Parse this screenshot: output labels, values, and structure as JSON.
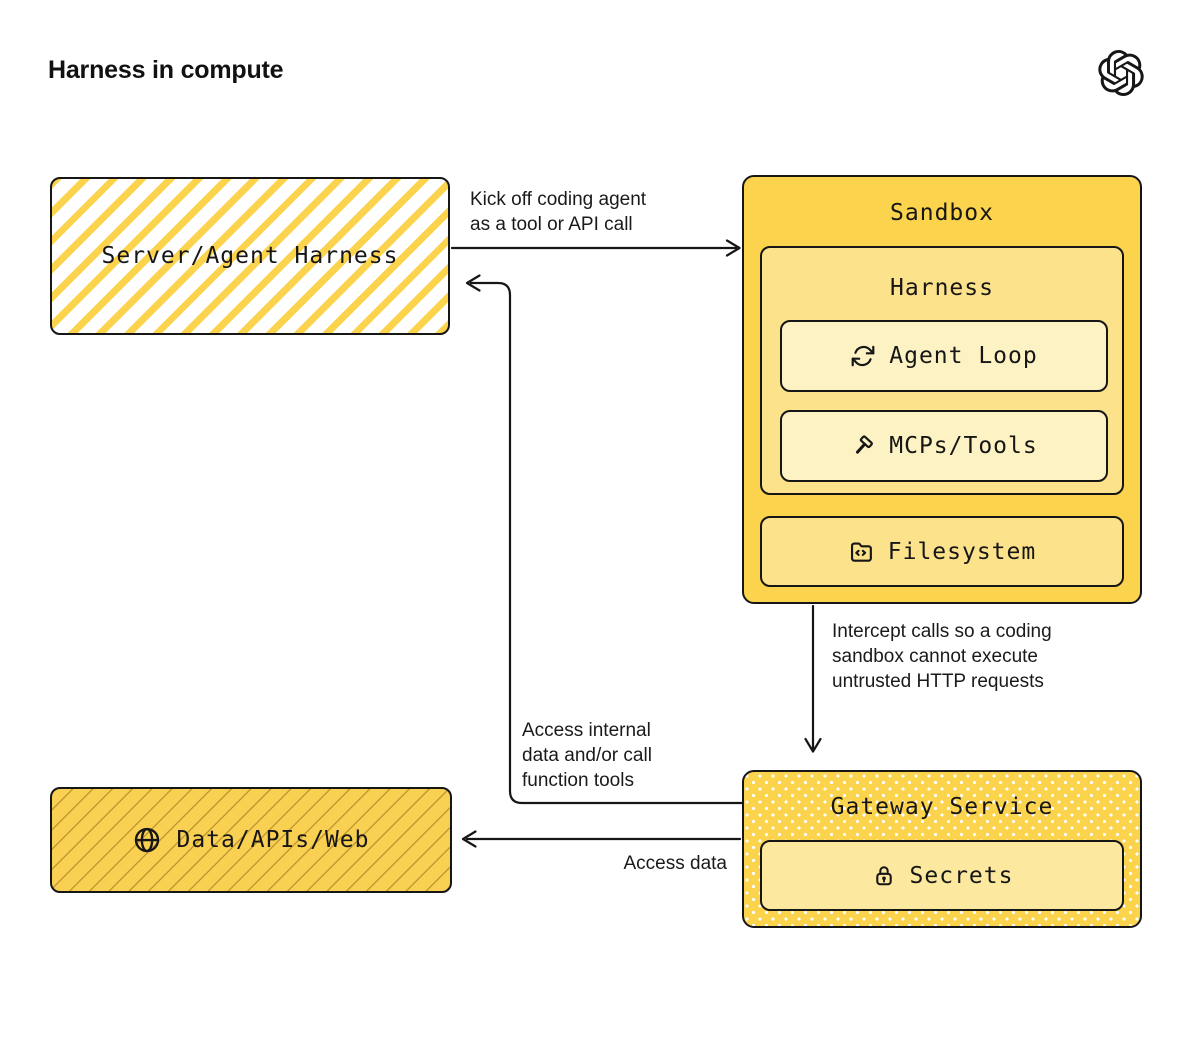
{
  "page": {
    "title": "Harness in compute"
  },
  "logo": {
    "name": "openai-logo"
  },
  "colors": {
    "ink": "#161616",
    "yellow_base": "#FBD34D",
    "yellow_mid": "#FCE38B",
    "yellow_light": "#FDF2C3",
    "yellow_secrets": "#FCE89E",
    "background": "#ffffff"
  },
  "nodes": {
    "server_harness": {
      "label": "Server/Agent Harness"
    },
    "sandbox": {
      "title": "Sandbox",
      "harness": {
        "title": "Harness",
        "agent_loop": {
          "label": "Agent Loop",
          "icon": "refresh-loop-icon"
        },
        "mcps_tools": {
          "label": "MCPs/Tools",
          "icon": "hammer-icon"
        }
      },
      "filesystem": {
        "label": "Filesystem",
        "icon": "folder-code-icon"
      }
    },
    "gateway": {
      "title": "Gateway Service",
      "secrets": {
        "label": "Secrets",
        "icon": "lock-icon"
      }
    },
    "data_apis_web": {
      "label": "Data/APIs/Web",
      "icon": "globe-icon"
    }
  },
  "arrows": {
    "kick_off": {
      "label": "Kick off coding agent\nas a tool or API call",
      "direction": "server-to-sandbox"
    },
    "intercept": {
      "label": "Intercept calls so a coding\nsandbox cannot execute\nuntrusted HTTP requests",
      "direction": "sandbox-to-gateway"
    },
    "access_internal": {
      "label": "Access internal\ndata and/or call\nfunction tools",
      "direction": "gateway-to-server"
    },
    "access_data": {
      "label": "Access data",
      "direction": "gateway-to-data"
    }
  }
}
